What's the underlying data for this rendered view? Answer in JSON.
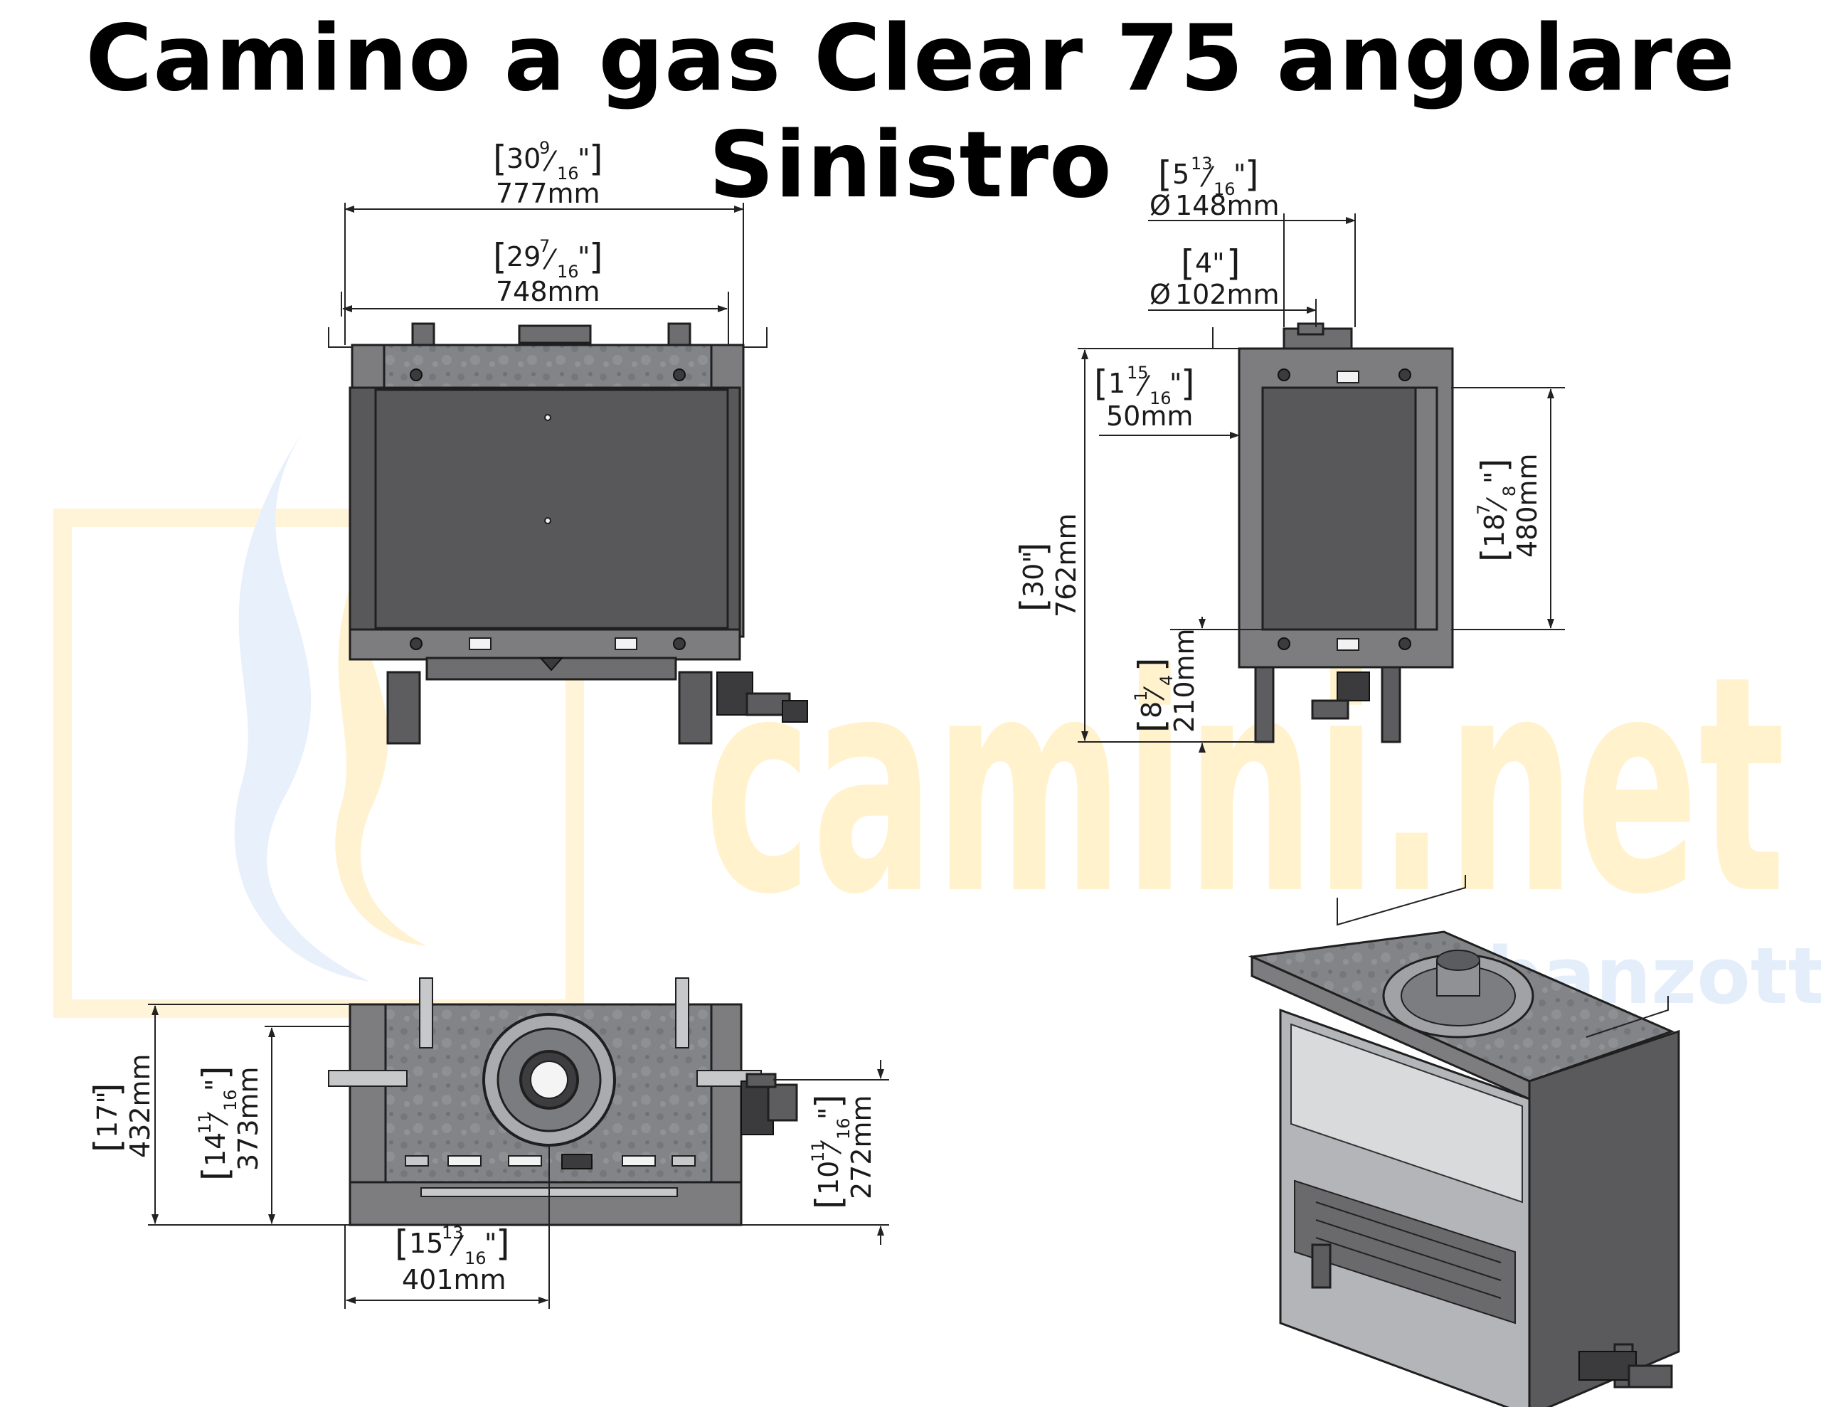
{
  "title": "Camino a gas Clear 75 angolare Sinistro",
  "watermark": {
    "brand": "camini.net",
    "sub": "banzotti"
  },
  "front_view": {
    "overall_width": {
      "inch_whole": "30",
      "inch_num": "9",
      "inch_den": "16",
      "mm": "777mm"
    },
    "glass_width": {
      "inch_whole": "29",
      "inch_num": "7",
      "inch_den": "16",
      "mm": "748mm"
    }
  },
  "side_view": {
    "flue_outer": {
      "inch_whole": "5",
      "inch_num": "13",
      "inch_den": "16",
      "mm": "148mm"
    },
    "flue_inner": {
      "inch_whole": "4\"",
      "mm": "102mm"
    },
    "flue_offset": {
      "inch_whole": "1",
      "inch_num": "15",
      "inch_den": "16",
      "mm": "50mm"
    },
    "total_height": {
      "inch": "30\"",
      "mm": "762mm"
    },
    "glass_height": {
      "inch_whole": "18",
      "inch_num": "7",
      "inch_den": "8",
      "mm": "480mm"
    },
    "base_height": {
      "inch_whole": "8",
      "inch_num": "1",
      "inch_den": "4",
      "mm": "210mm"
    }
  },
  "top_view": {
    "depth": {
      "inch": "17\"",
      "mm": "432mm"
    },
    "inner_depth": {
      "inch_whole": "14",
      "inch_num": "11",
      "inch_den": "16",
      "mm": "373mm"
    },
    "flue_center_depth": {
      "inch_whole": "10",
      "inch_num": "11",
      "inch_den": "16",
      "mm": "272mm"
    },
    "flue_center_width": {
      "inch_whole": "15",
      "inch_num": "13",
      "inch_den": "16",
      "mm": "401mm"
    }
  },
  "symbols": {
    "diameter": "Ø",
    "inch_mark": "\""
  }
}
